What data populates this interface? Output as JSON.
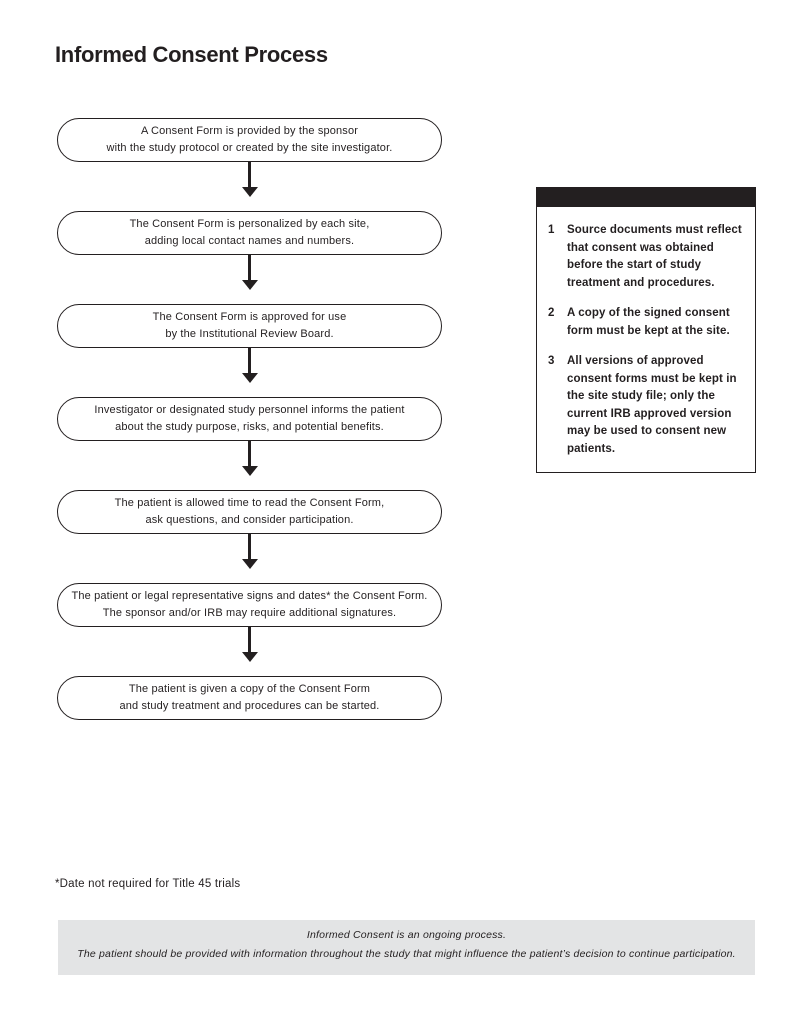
{
  "page": {
    "title": "Informed Consent Process"
  },
  "flowchart": {
    "steps": [
      {
        "line1": "A Consent Form is provided by the sponsor",
        "line2": "with the study protocol or created by the site investigator."
      },
      {
        "line1": "The Consent Form is personalized by each site,",
        "line2": "adding local contact names and numbers."
      },
      {
        "line1": "The Consent Form is approved for use",
        "line2": "by the Institutional Review Board."
      },
      {
        "line1": "Investigator or designated study personnel informs the patient",
        "line2": "about the study purpose, risks, and potential benefits."
      },
      {
        "line1": "The patient is allowed time to read the Consent Form,",
        "line2": "ask questions, and consider participation."
      },
      {
        "line1": "The patient or legal representative signs and dates* the Consent Form.",
        "line2": "The sponsor and/or IRB may require additional signatures."
      },
      {
        "line1": "The patient is given a copy of the Consent Form",
        "line2": "and study treatment and procedures can be started."
      }
    ]
  },
  "notes": {
    "items": [
      {
        "number": "1",
        "text": "Source documents must reflect that consent was obtained before the start of study treatment and procedures."
      },
      {
        "number": "2",
        "text": "A copy of the signed consent form must be kept at the site."
      },
      {
        "number": "3",
        "text": "All versions of approved consent forms must be kept in the site study file; only the current IRB approved version may be used to consent new patients."
      }
    ]
  },
  "footnote": "*Date not required for Title 45 trials",
  "footer": {
    "line1": "Informed Consent is an ongoing process.",
    "line2": "The patient should be provided with information throughout the study that might influence the patient’s decision to continue participation."
  },
  "colors": {
    "ink": "#231f20",
    "footer_bg": "#e3e4e5"
  }
}
